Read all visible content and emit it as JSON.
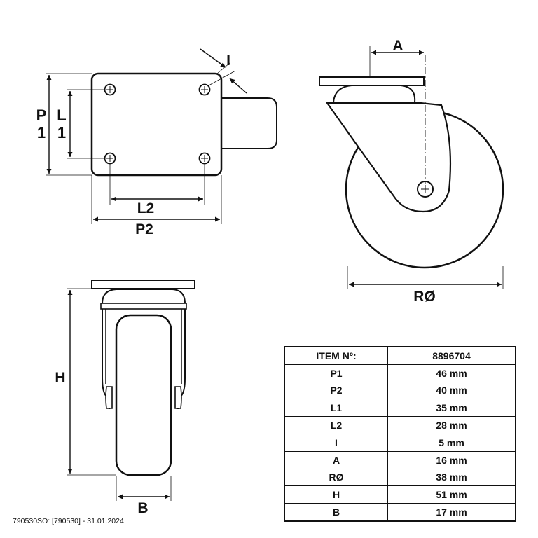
{
  "labels": {
    "P1_line1": "P",
    "P1_line2": "1",
    "L1_line1": "L",
    "L1_line2": "1",
    "I": "I",
    "L2": "L2",
    "P2": "P2",
    "A": "A",
    "R": "RØ",
    "H": "H",
    "B": "B"
  },
  "table": {
    "header": {
      "key": "ITEM Nº:",
      "value": "8896704"
    },
    "rows": [
      {
        "key": "P1",
        "value": "46 mm"
      },
      {
        "key": "P2",
        "value": "40 mm"
      },
      {
        "key": "L1",
        "value": "35 mm"
      },
      {
        "key": "L2",
        "value": "28 mm"
      },
      {
        "key": "I",
        "value": "5 mm"
      },
      {
        "key": "A",
        "value": "16 mm"
      },
      {
        "key": "RØ",
        "value": "38 mm"
      },
      {
        "key": "H",
        "value": "51 mm"
      },
      {
        "key": "B",
        "value": "17 mm"
      }
    ]
  },
  "footer": "790530SO: [790530] - 31.01.2024"
}
